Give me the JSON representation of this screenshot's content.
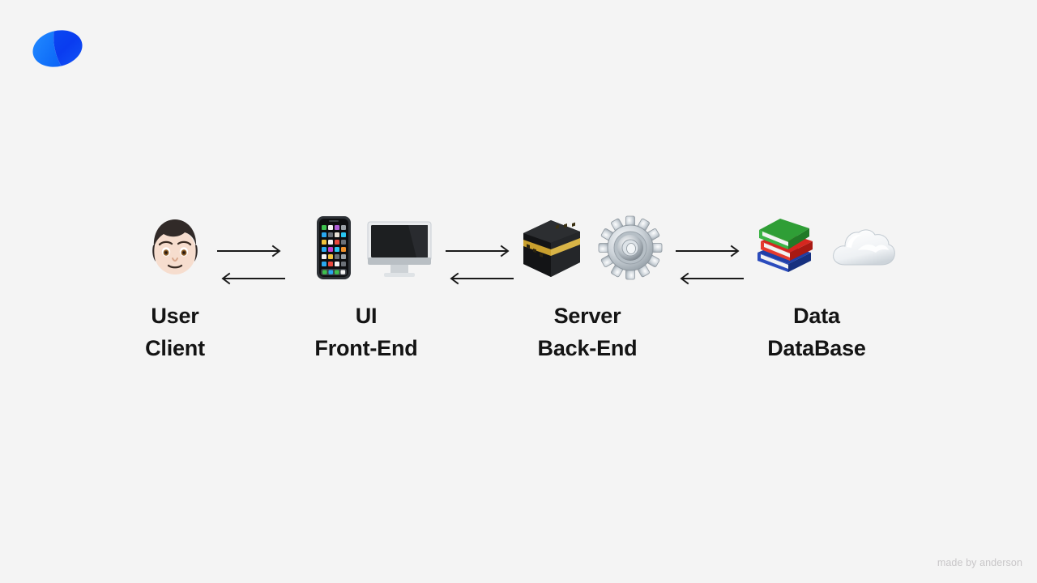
{
  "page": {
    "background_color": "#f4f4f4",
    "text_color": "#141414"
  },
  "logo": {
    "name": "brand-logo",
    "alt": "blue-split-ellipse-logo",
    "color_dark": "#0a3cf0",
    "color_mid": "#0b5bf5",
    "color_light": "#1f86ff"
  },
  "diagram": {
    "type": "flow",
    "nodes": [
      {
        "id": "user",
        "line1": "User",
        "line2": "Client",
        "icons": [
          "person-face-icon"
        ]
      },
      {
        "id": "ui",
        "line1": "UI",
        "line2": "Front-End",
        "icons": [
          "mobile-phone-icon",
          "desktop-computer-icon"
        ]
      },
      {
        "id": "server",
        "line1": "Server",
        "line2": "Back-End",
        "icons": [
          "server-box-icon",
          "gear-icon"
        ]
      },
      {
        "id": "data",
        "line1": "Data",
        "line2": "DataBase",
        "icons": [
          "books-icon",
          "cloud-icon"
        ]
      }
    ],
    "connectors": [
      {
        "id": "user-ui",
        "from": "user",
        "to": "ui",
        "directions": [
          "right",
          "left"
        ]
      },
      {
        "id": "ui-server",
        "from": "ui",
        "to": "server",
        "directions": [
          "right",
          "left"
        ]
      },
      {
        "id": "server-data",
        "from": "server",
        "to": "data",
        "directions": [
          "right",
          "left"
        ]
      }
    ],
    "arrow_color": "#1a1a1a"
  },
  "watermark": {
    "text": "made by anderson",
    "color": "#c8c6c8"
  }
}
